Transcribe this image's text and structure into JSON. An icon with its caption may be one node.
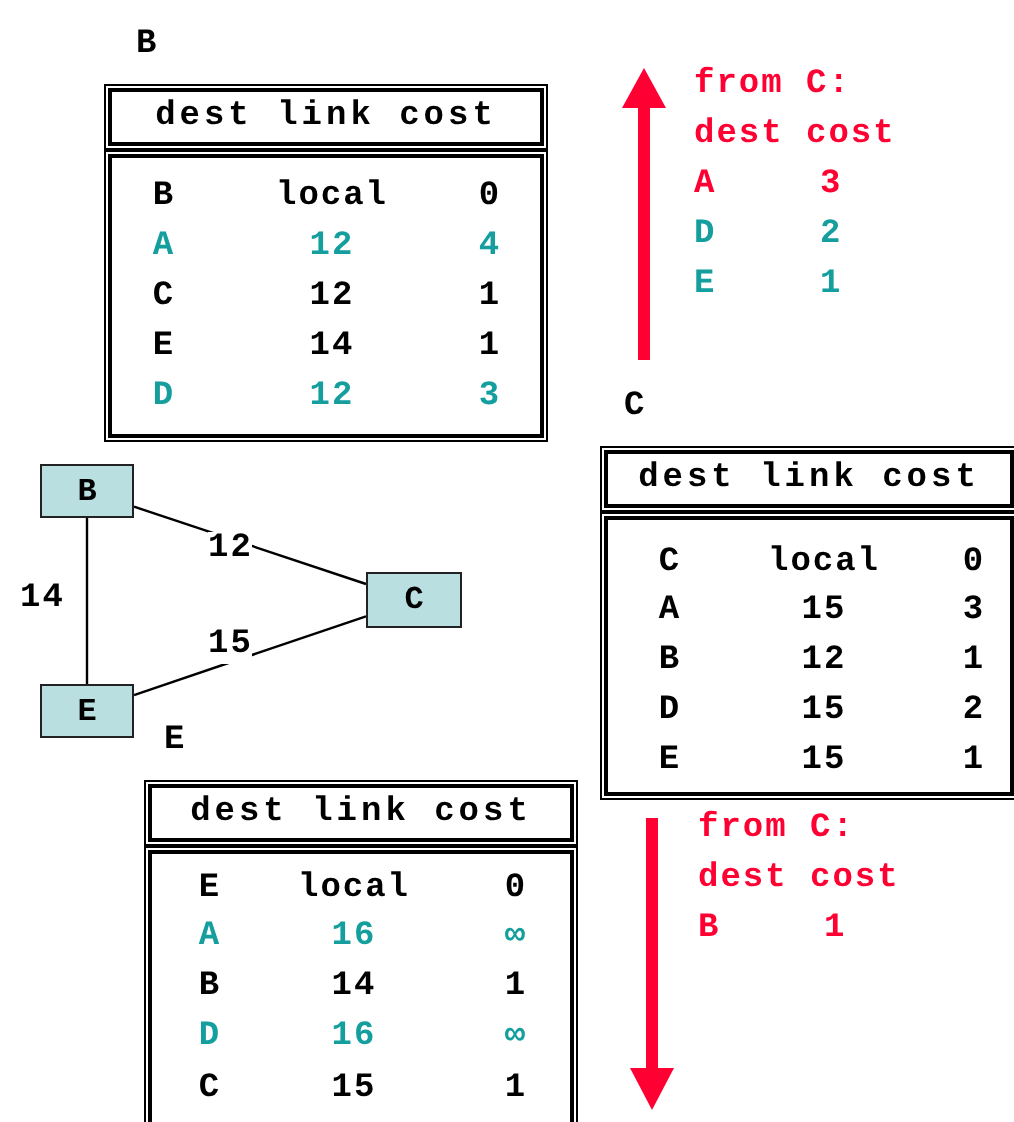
{
  "diagram": {
    "nodes": [
      {
        "text": [
          "B",
          "dest link cost"
        ]
      },
      {
        "text": [
          "B",
          "local",
          "0",
          "A",
          "12",
          "4",
          "C",
          "12",
          "1",
          "E",
          "14",
          "1",
          "D",
          "12",
          "3"
        ]
      },
      {
        "text": [
          "B"
        ]
      },
      {
        "text": [
          "C"
        ]
      },
      {
        "text": [
          "E"
        ]
      },
      {
        "text": [
          "C",
          "dest link cost"
        ]
      },
      {
        "text": [
          "C",
          "local",
          "0",
          "A",
          "15",
          "3",
          "B",
          "12",
          "1",
          "D",
          "15",
          "2",
          "E",
          "15",
          "1"
        ]
      },
      {
        "text": [
          "E",
          "dest link cost"
        ]
      },
      {
        "text": [
          "E",
          "local",
          "0",
          "A",
          "16",
          "∞",
          "B",
          "14",
          "1",
          "D",
          "16",
          "∞",
          "C",
          "15",
          "1"
        ]
      }
    ],
    "edges": [
      {
        "from": 2,
        "to": 3,
        "arrow": "none",
        "label": "12"
      },
      {
        "from": 2,
        "to": 4,
        "arrow": "none",
        "label": "14"
      },
      {
        "from": 4,
        "to": 3,
        "arrow": "none",
        "label": "15"
      }
    ],
    "labels": [
      "from C:",
      "dest cost",
      "A",
      "3",
      "D",
      "2",
      "E",
      "1",
      "from C:",
      "dest cost",
      "B",
      "1"
    ]
  }
}
